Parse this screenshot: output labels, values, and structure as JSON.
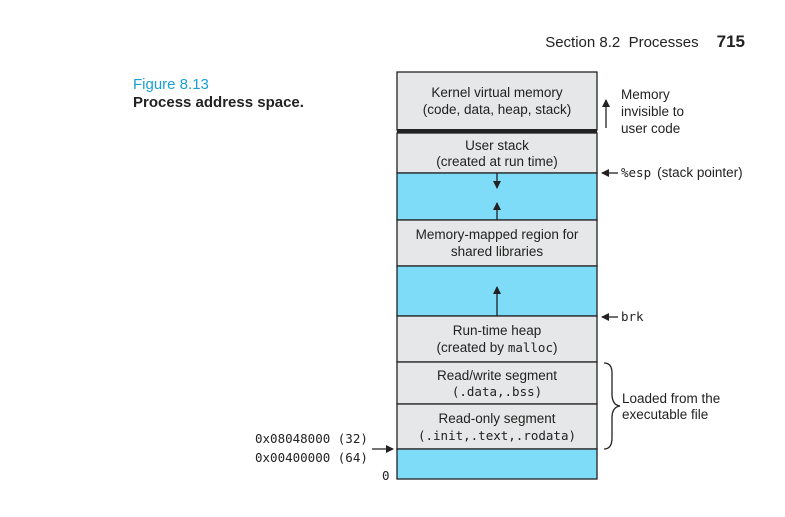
{
  "header": {
    "section": "Section 8.2",
    "section_title": "Processes",
    "page_number": "715"
  },
  "figure": {
    "label": "Figure 8.13",
    "caption": "Process address space."
  },
  "diagram": {
    "segments": {
      "kernel": {
        "line1": "Kernel virtual memory",
        "line2": "(code, data, heap, stack)"
      },
      "user_stack": {
        "line1": "User stack",
        "line2": "(created at run time)"
      },
      "mmap": {
        "line1": "Memory-mapped region for",
        "line2": "shared libraries"
      },
      "heap": {
        "line1": "Run-time heap",
        "line2_prefix": "(created by ",
        "line2_code": "malloc",
        "line2_suffix": ")"
      },
      "rw": {
        "line1": "Read/write segment",
        "line2": "(.data,.bss)"
      },
      "ro": {
        "line1": "Read-only segment",
        "line2": "(.init,.text,.rodata)"
      }
    },
    "annotations": {
      "memory_invisible": [
        "Memory",
        "invisible to",
        "user code"
      ],
      "esp_code": "%esp",
      "esp_text": "(stack pointer)",
      "brk": "brk",
      "loaded": [
        "Loaded from the",
        "executable file"
      ]
    },
    "addresses": {
      "addr32": "0x08048000 (32)",
      "addr64": "0x00400000 (64)",
      "zero": "0"
    },
    "colors": {
      "segment_gray": "#e6e7e8",
      "free_blue": "#7fdcf9",
      "outline": "#222222",
      "figure_label": "#1a9fd3"
    }
  }
}
